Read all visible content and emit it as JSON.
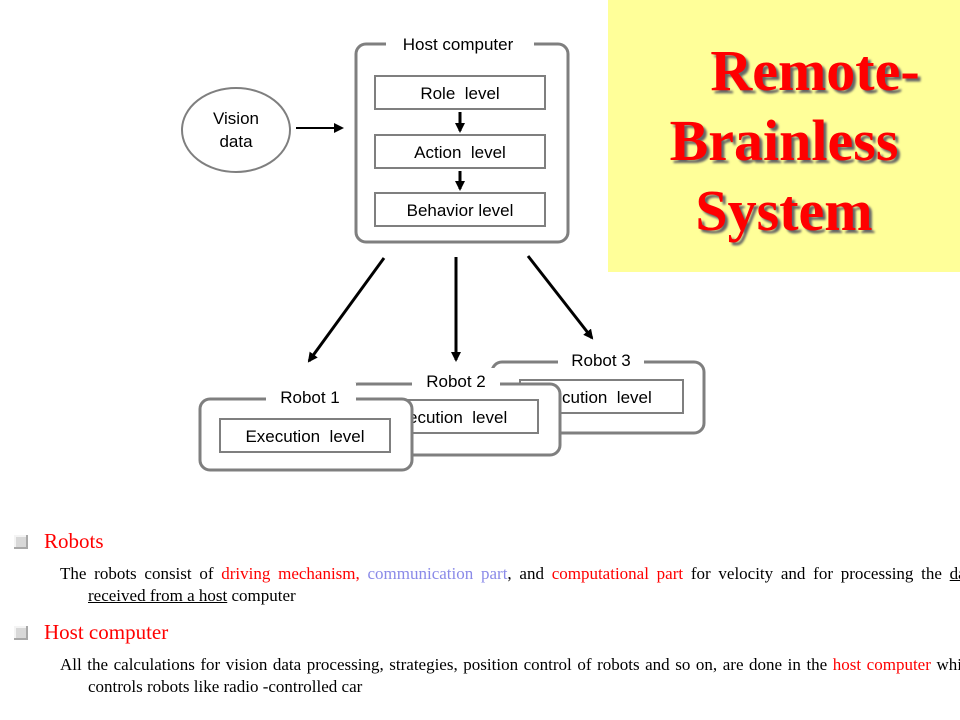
{
  "diagram": {
    "host_label": "Host computer",
    "levels": [
      "Role  level",
      "Action  level",
      "Behavior level"
    ],
    "vision_label_1": "Vision",
    "vision_label_2": "data",
    "robots": [
      {
        "label": "Robot 1",
        "execution": "Execution  level"
      },
      {
        "label": "Robot 2",
        "execution": "ecution  level"
      },
      {
        "label": "Robot 3",
        "execution": "cution  level"
      }
    ]
  },
  "title": {
    "line1": "Remote-",
    "line2": "Brainless",
    "line3": "System"
  },
  "robots_section": {
    "heading": "Robots",
    "p1": "The robots consist of ",
    "p2": "driving mechanism,",
    "p3": " ",
    "p4": "communication part",
    "p5": ", and ",
    "p6": "computational part",
    "p7": " for velocity and for processing the ",
    "p8": "data received from a host",
    "p9": " computer"
  },
  "host_section": {
    "heading": "Host computer",
    "p1": "All the calculations for vision data processing, strategies, position control of robots and so on, are done in the ",
    "p2": "host computer",
    "p3": " which controls robots like radio -controlled car"
  },
  "colors": {
    "accent_red": "#ff0000",
    "highlight_blue": "#8a8ae8",
    "title_bg": "#ffff99",
    "box_border": "#7f7f7f"
  }
}
